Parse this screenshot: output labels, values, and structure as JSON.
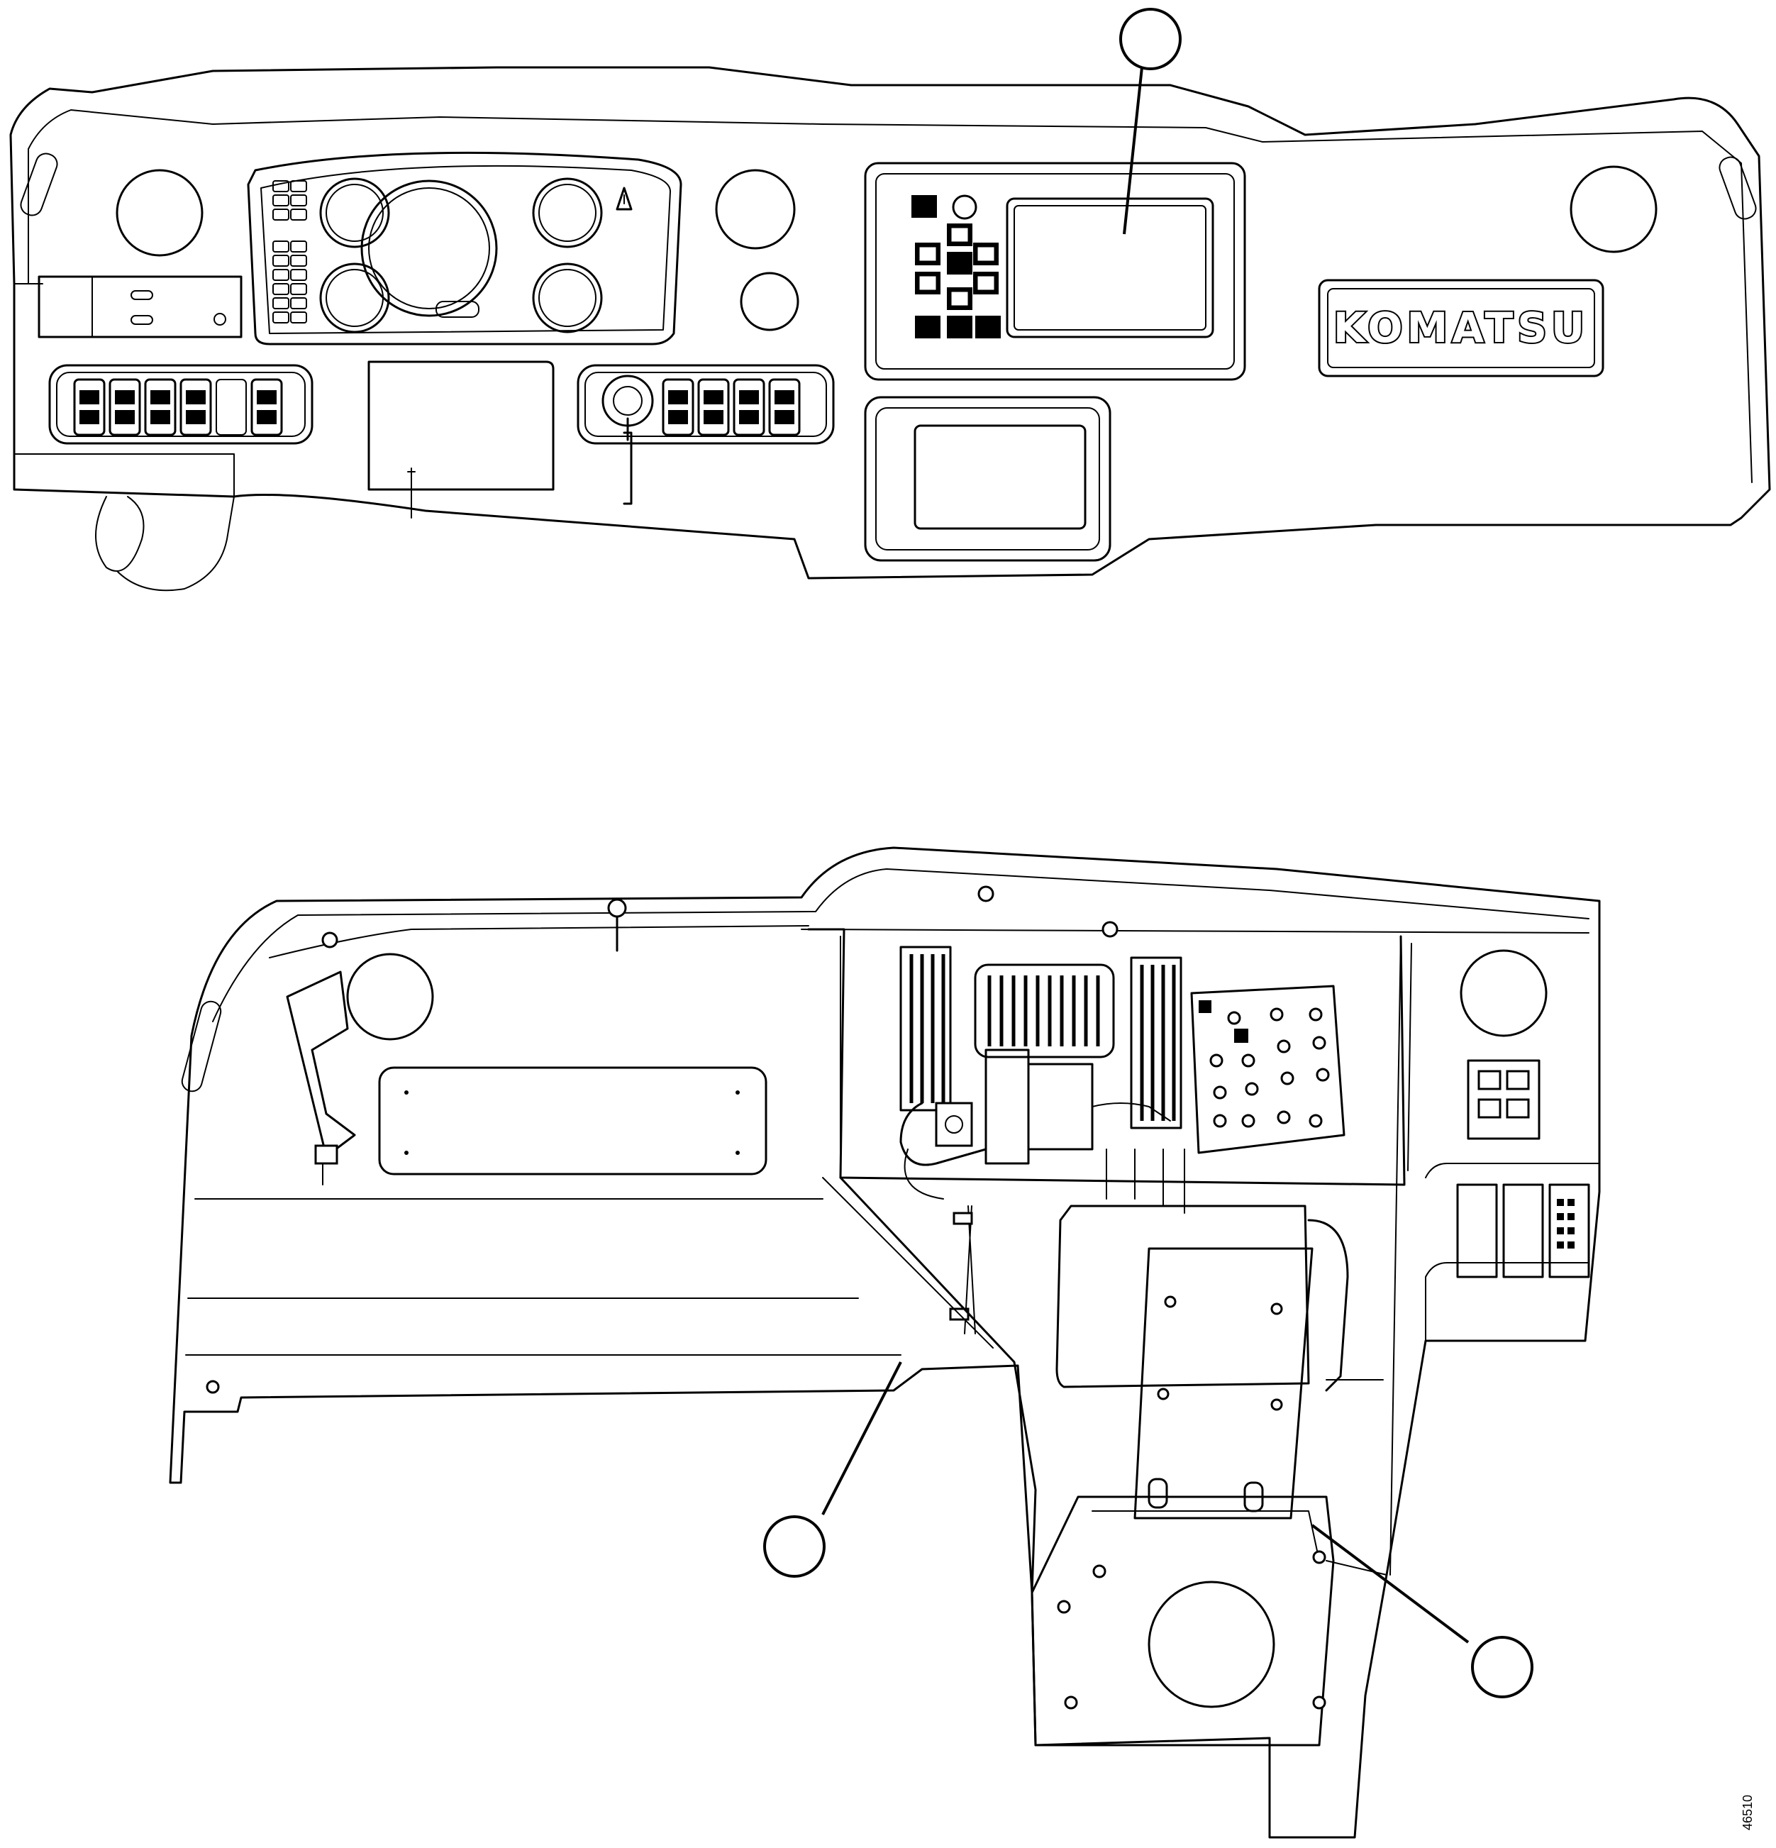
{
  "figure": {
    "brand_logo": "KOMATSU",
    "reference_number": "46510",
    "callouts": [
      {
        "id": "callout-top-display",
        "label": ""
      },
      {
        "id": "callout-bottom-left",
        "label": ""
      },
      {
        "id": "callout-bottom-right",
        "label": ""
      }
    ]
  }
}
